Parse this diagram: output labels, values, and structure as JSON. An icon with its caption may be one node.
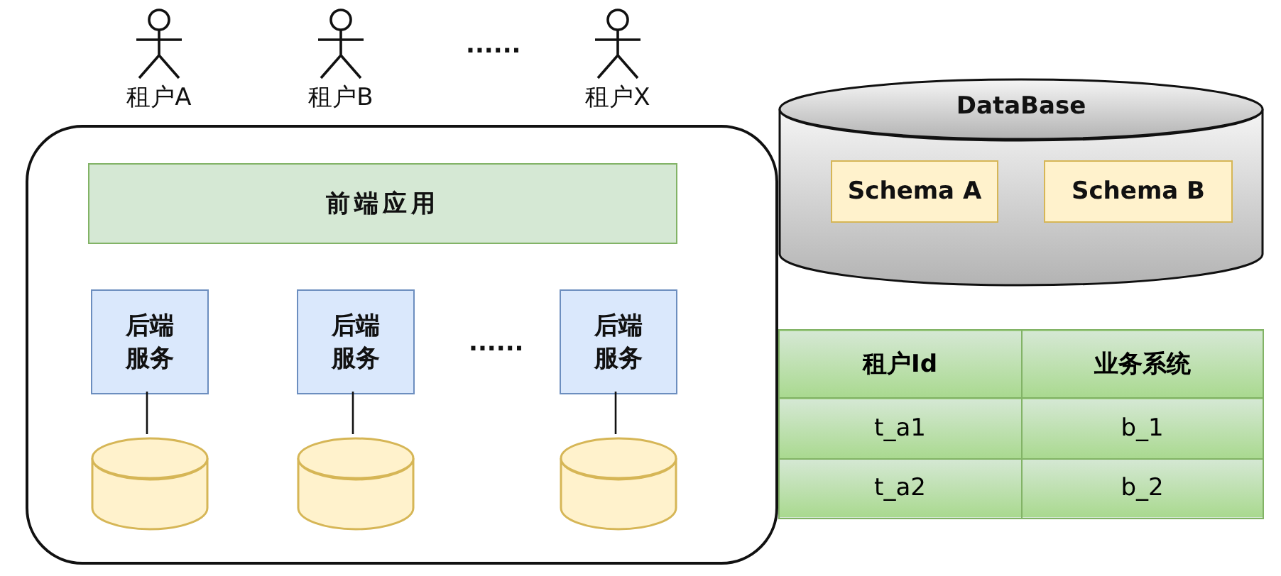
{
  "diagram": {
    "nodes": [
      {
        "text": [
          "租户A"
        ]
      },
      {
        "text": [
          "租户B"
        ]
      },
      {
        "text": [
          "租户X"
        ]
      },
      {
        "text": [],
        "shape": "box"
      },
      {
        "text": [
          "前端应用"
        ],
        "in": 3
      },
      {
        "text": [
          "后端服务"
        ],
        "in": 3
      },
      {
        "text": [
          "后端服务"
        ],
        "in": 3
      },
      {
        "text": [
          "后端服务"
        ],
        "in": 3
      },
      {
        "text": [],
        "shape": "cylinder",
        "in": 3
      },
      {
        "text": [],
        "shape": "cylinder",
        "in": 3
      },
      {
        "text": [],
        "shape": "cylinder",
        "in": 3
      },
      {
        "text": [
          "DataBase"
        ]
      },
      {
        "text": [
          "Schema A"
        ],
        "in": 11
      },
      {
        "text": [
          "Schema B"
        ],
        "in": 11
      }
    ],
    "edges": [
      {
        "from": 5,
        "to": 8,
        "arrow": "none"
      },
      {
        "from": 6,
        "to": 9,
        "arrow": "none"
      },
      {
        "from": 7,
        "to": 10,
        "arrow": "none"
      }
    ],
    "labels": [
      "......",
      "......",
      "租户Id",
      "业务系统",
      "t_a1",
      "b_1",
      "t_a2",
      "b_2"
    ]
  }
}
